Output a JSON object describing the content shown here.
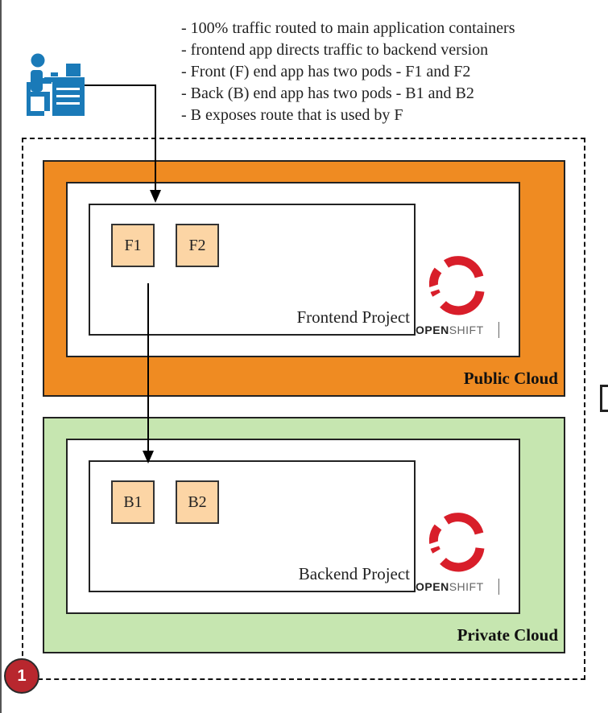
{
  "notes": [
    "- 100% traffic routed to main application containers",
    "- frontend app directs traffic to backend  version",
    "- Front (F) end app has two pods - F1 and F2",
    "- Back (B) end app has two pods - B1 and B2",
    "- B exposes route that is used by F"
  ],
  "public_cloud": {
    "label": "Public Cloud",
    "project_label": "Frontend Project",
    "pods": [
      "F1",
      "F2"
    ]
  },
  "private_cloud": {
    "label": "Private Cloud",
    "project_label": "Backend Project",
    "pods": [
      "B1",
      "B2"
    ]
  },
  "logo": {
    "text_bold": "OPEN",
    "text_light": "SHIFT"
  },
  "badge": "1",
  "colors": {
    "public_cloud": "#ef8b22",
    "private_cloud": "#c6e6b0",
    "pod": "#fcd5a5",
    "openshift_red": "#d81e2a",
    "user_icon": "#1a7ab8",
    "badge": "#b8272e"
  }
}
